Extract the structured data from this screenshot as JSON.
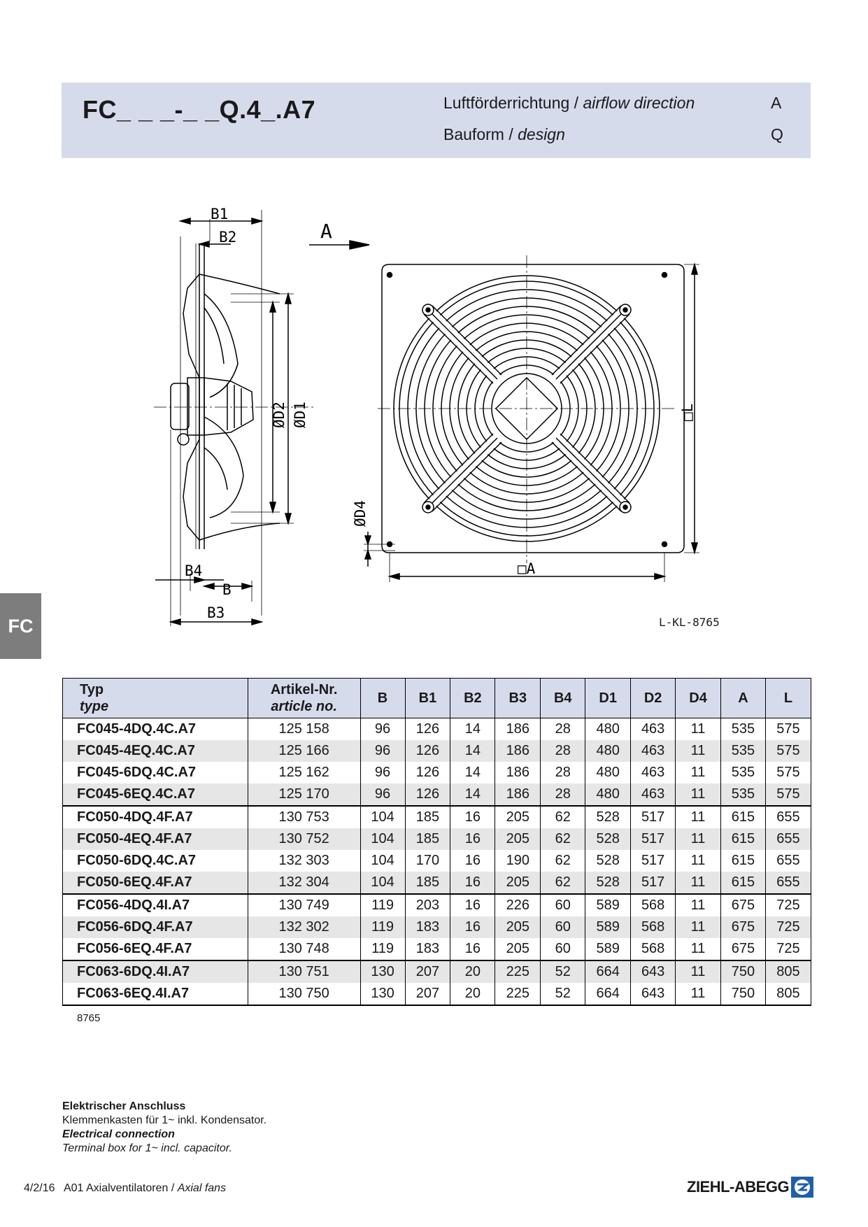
{
  "header": {
    "model_code": "FC_ _ _-_ _Q.4_.A7",
    "airflow_label_de": "Luftförderrichtung / ",
    "airflow_label_en": "airflow direction",
    "airflow_value": "A",
    "design_label_de": "Bauform  / ",
    "design_label_en": "design",
    "design_value": "Q"
  },
  "side_tab": "FC",
  "drawing": {
    "ref": "L-KL-8765",
    "labels": {
      "b1": "B1",
      "b2": "B2",
      "b3": "B3",
      "b4": "B4",
      "b": "B",
      "d1": "ØD1",
      "d2": "ØD2",
      "d4": "ØD4",
      "arrow": "A",
      "a": "□A",
      "l": "□L"
    }
  },
  "table": {
    "headers": [
      {
        "de": "Typ",
        "en": "type"
      },
      {
        "de": "Artikel-Nr.",
        "en": "article no."
      },
      "B",
      "B1",
      "B2",
      "B3",
      "B4",
      "D1",
      "D2",
      "D4",
      "A",
      "L"
    ],
    "rows": [
      [
        "FC045-4DQ.4C.A7",
        "125 158",
        "96",
        "126",
        "14",
        "186",
        "28",
        "480",
        "463",
        "11",
        "535",
        "575"
      ],
      [
        "FC045-4EQ.4C.A7",
        "125 166",
        "96",
        "126",
        "14",
        "186",
        "28",
        "480",
        "463",
        "11",
        "535",
        "575"
      ],
      [
        "FC045-6DQ.4C.A7",
        "125 162",
        "96",
        "126",
        "14",
        "186",
        "28",
        "480",
        "463",
        "11",
        "535",
        "575"
      ],
      [
        "FC045-6EQ.4C.A7",
        "125 170",
        "96",
        "126",
        "14",
        "186",
        "28",
        "480",
        "463",
        "11",
        "535",
        "575"
      ],
      [
        "FC050-4DQ.4F.A7",
        "130 753",
        "104",
        "185",
        "16",
        "205",
        "62",
        "528",
        "517",
        "11",
        "615",
        "655"
      ],
      [
        "FC050-4EQ.4F.A7",
        "130 752",
        "104",
        "185",
        "16",
        "205",
        "62",
        "528",
        "517",
        "11",
        "615",
        "655"
      ],
      [
        "FC050-6DQ.4C.A7",
        "132 303",
        "104",
        "170",
        "16",
        "190",
        "62",
        "528",
        "517",
        "11",
        "615",
        "655"
      ],
      [
        "FC050-6EQ.4F.A7",
        "132 304",
        "104",
        "185",
        "16",
        "205",
        "62",
        "528",
        "517",
        "11",
        "615",
        "655"
      ],
      [
        "FC056-4DQ.4I.A7",
        "130 749",
        "119",
        "203",
        "16",
        "226",
        "60",
        "589",
        "568",
        "11",
        "675",
        "725"
      ],
      [
        "FC056-6DQ.4F.A7",
        "132 302",
        "119",
        "183",
        "16",
        "205",
        "60",
        "589",
        "568",
        "11",
        "675",
        "725"
      ],
      [
        "FC056-6EQ.4F.A7",
        "130 748",
        "119",
        "183",
        "16",
        "205",
        "60",
        "589",
        "568",
        "11",
        "675",
        "725"
      ],
      [
        "FC063-6DQ.4I.A7",
        "130 751",
        "130",
        "207",
        "20",
        "225",
        "52",
        "664",
        "643",
        "11",
        "750",
        "805"
      ],
      [
        "FC063-6EQ.4I.A7",
        "130 750",
        "130",
        "207",
        "20",
        "225",
        "52",
        "664",
        "643",
        "11",
        "750",
        "805"
      ]
    ],
    "group_ends": [
      3,
      7,
      10
    ],
    "ref": "8765"
  },
  "electrical": {
    "title_de": "Elektrischer Anschluss",
    "text_de": "Klemmenkasten für 1~ inkl. Kondensator.",
    "title_en": "Electrical connection",
    "text_en": "Terminal box for 1~ incl. capacitor."
  },
  "footer": {
    "date": "4/2/16",
    "catalog_de": "A01 Axialventilatoren / ",
    "catalog_en": "Axial fans",
    "brand": "ZIEHL-ABEGG"
  }
}
